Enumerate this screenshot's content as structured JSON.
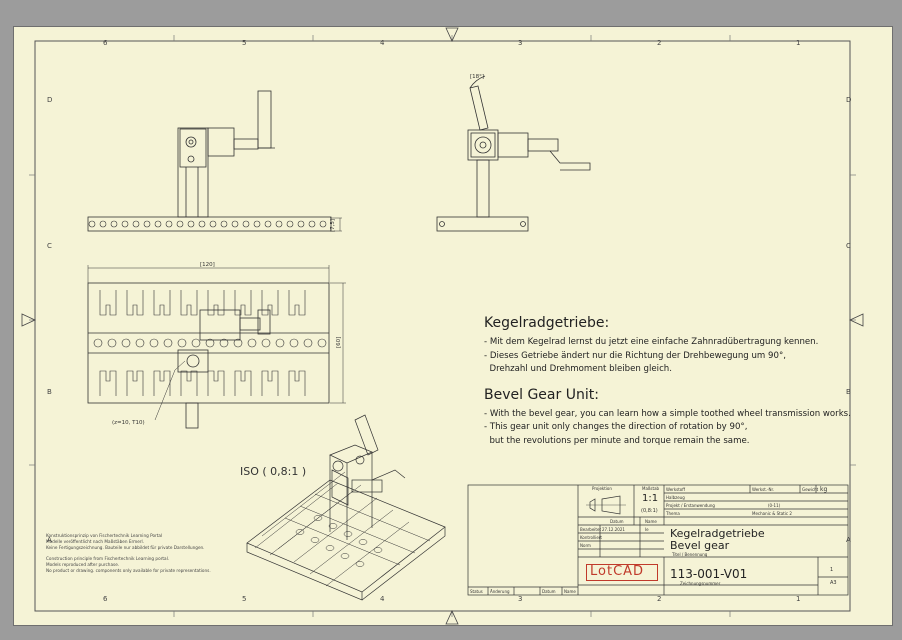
{
  "sheet": {
    "zones_top": [
      "6",
      "5",
      "4",
      "3",
      "2",
      "1"
    ],
    "zones_bottom": [
      "6",
      "5",
      "4",
      "3",
      "2",
      "1"
    ],
    "zones_side": [
      "D",
      "C",
      "B",
      "A"
    ]
  },
  "dims": {
    "angle": "[18°]",
    "rack_height": "[7,5]",
    "length": "[120]",
    "width": "[60]",
    "gear_callout": "(z=10, T10)"
  },
  "iso_label": "ISO ( 0,8:1 )",
  "notes": {
    "de_heading": "Kegelradgetriebe:",
    "de_lines": [
      "- Mit dem Kegelrad lernst du jetzt eine einfache Zahnradübertragung kennen.",
      "- Dieses Getriebe ändert nur die Richtung der Drehbewegung um 90°,",
      "  Drehzahl und Drehmoment bleiben gleich."
    ],
    "en_heading": "Bevel Gear Unit:",
    "en_lines": [
      "- With the bevel gear, you can learn how a simple toothed wheel transmission works.",
      "- This gear unit only changes the direction of rotation by 90°,",
      "  but the revolutions per minute and torque remain the same."
    ]
  },
  "license_lines": [
    "Konstruktionsprinzip von Fischertechnik Learning Portal",
    "Modelle veröffentlicht nach Maßstäben Ermerl.",
    "Keine Fertigungszeichnung. Bauteile nur abbildet für private Darstellungen.",
    "",
    "Construction principle from Fischertechnik Learning portal.",
    "Models reproduced after purchase.",
    "No product or drawing. components only available for private representations."
  ],
  "title_block": {
    "projection": "Projektion",
    "scale_label": "Maßstab",
    "scale": "1:1",
    "scale_alt": "(0,8:1)",
    "werkstoff": "Werkstoff",
    "halbzeug": "Halbzeug",
    "werkstoff_nr": "Werkst.-Nr.",
    "gewicht": "Gewicht",
    "weight_unit": "kg",
    "projekt": "Projekt / Erstanwendung",
    "projekt_val": "(0-11)",
    "thema": "Thema",
    "thema_val": "Mechanic & Static 2",
    "datum": "Datum",
    "name": "Name",
    "bearbeitet": "Bearbeitet",
    "bearbeitet_date": "27.12.2021",
    "bearbeitet_name": "Ie",
    "kontrolliert": "Kontrolliert",
    "norm": "Norm",
    "title_de": "Kegelradgetriebe",
    "title_en": "Bevel gear",
    "titel_label": "Titel / Benennung",
    "logo": "LotCAD",
    "drawing_no": "113-001-V01",
    "zeichnungsnr": "Zeichnungsnummer",
    "sheet_no": "1",
    "format": "A3",
    "status": "Status",
    "aenderung": "Änderung",
    "datum2": "Datum",
    "name2": "Name"
  }
}
